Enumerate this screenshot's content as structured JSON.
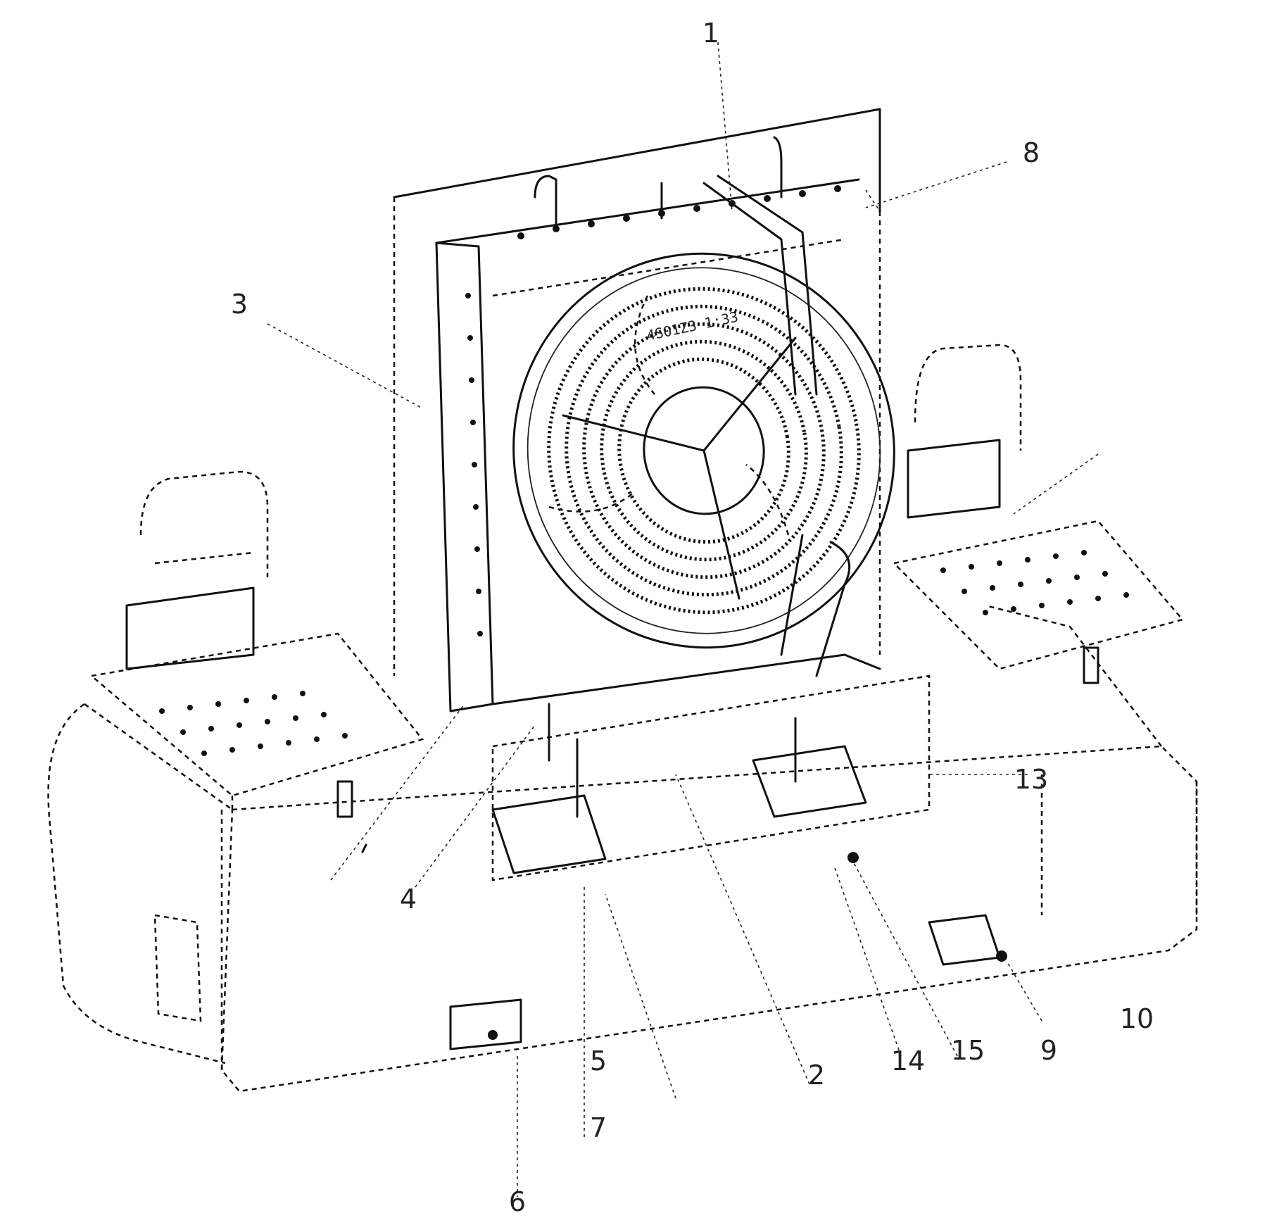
{
  "diagram": {
    "plate_text": "4S01Z3 1:33",
    "callouts": [
      "1",
      "3",
      "8",
      "4",
      "7",
      "6",
      "5",
      "2",
      "14",
      "15",
      "9",
      "10",
      "13"
    ]
  }
}
